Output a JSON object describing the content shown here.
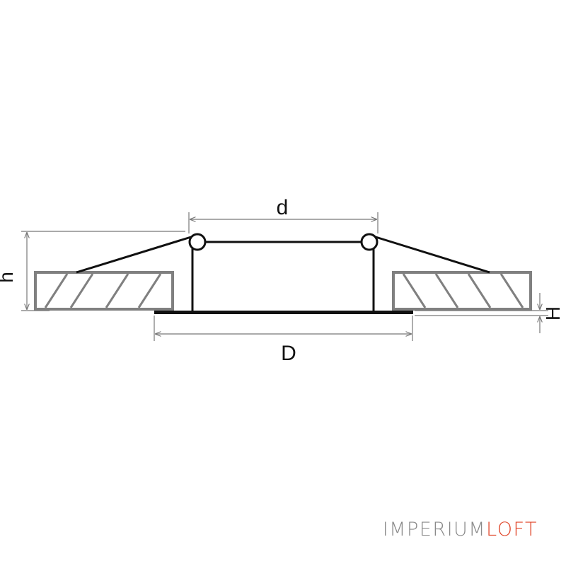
{
  "diagram": {
    "labels": {
      "d": "d",
      "D": "D",
      "h": "h",
      "H": "H"
    }
  },
  "watermark": {
    "part1": "IMPERIUM",
    "part2": "LOFT",
    "color1": "#8a8a8a",
    "color2": "#e0462a"
  },
  "colors": {
    "line": "#111111",
    "ceiling_outline": "#808080",
    "dimension_line": "#777777"
  }
}
